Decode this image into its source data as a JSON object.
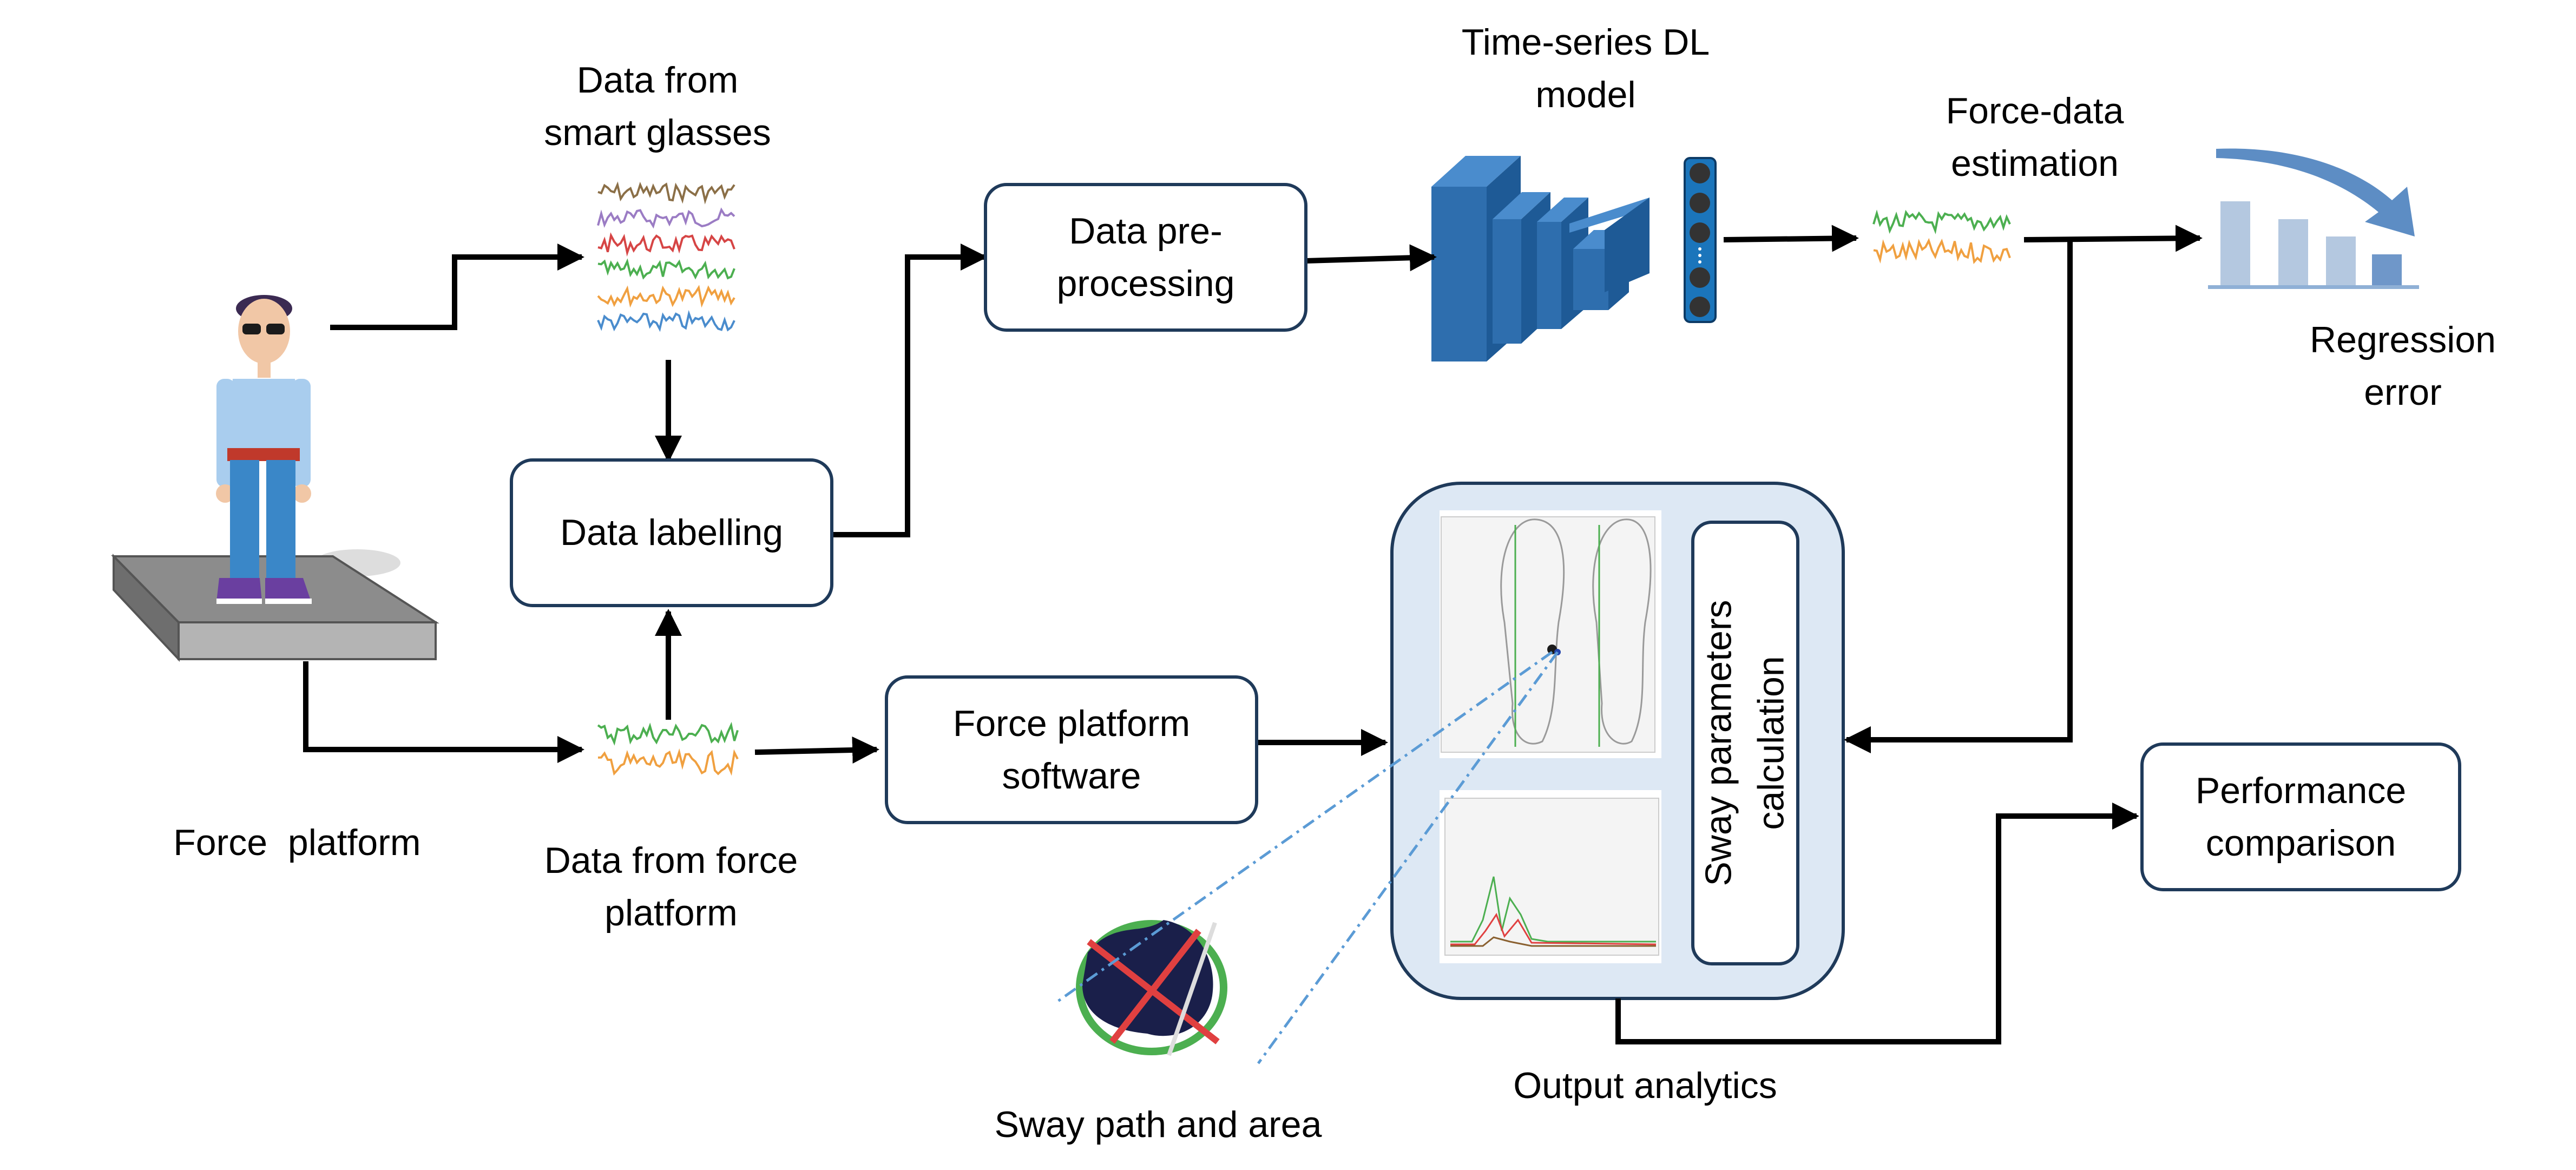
{
  "labels": {
    "glasses": [
      "Data from",
      "smart glasses"
    ],
    "dl_model": [
      "Time-series DL",
      "model"
    ],
    "force_estimation": [
      "Force-data",
      "estimation"
    ],
    "regression_error": [
      "Regression",
      "error"
    ],
    "force_platform": "Force  platform",
    "force_data": [
      "Data from force",
      "platform"
    ],
    "sway_path": "Sway path and area",
    "output_analytics": "Output analytics"
  },
  "boxes": {
    "preprocessing": [
      "Data pre-",
      "processing"
    ],
    "labelling": "Data labelling",
    "fp_software": [
      "Force platform",
      "software"
    ],
    "sway_calc": [
      "Sway parameters",
      "calculation"
    ],
    "performance": [
      "Performance",
      "comparison"
    ]
  },
  "colors": {
    "box_border": "#1f3a5a",
    "arrow": "#000000",
    "model_blue": "#2e6eae",
    "analytics_panel": "#dde8f4",
    "dashed_line": "#5b9bd5",
    "signal_green": "#4caf50",
    "signal_orange": "#f0a040"
  },
  "icons": {
    "person": "person-icon",
    "platform": "force-plate-icon",
    "glasses_signals": "multichannel-signal-icon",
    "force_signals": "two-channel-signal-icon",
    "estimated_signals": "two-channel-signal-icon",
    "cnn": "cnn-layers-icon",
    "dense": "dense-layer-icon",
    "regression": "bar-chart-down-icon",
    "stabilogram": "footprint-plot-icon",
    "spectrum": "spectrum-plot-icon",
    "sway_blob": "sway-ellipse-icon"
  }
}
